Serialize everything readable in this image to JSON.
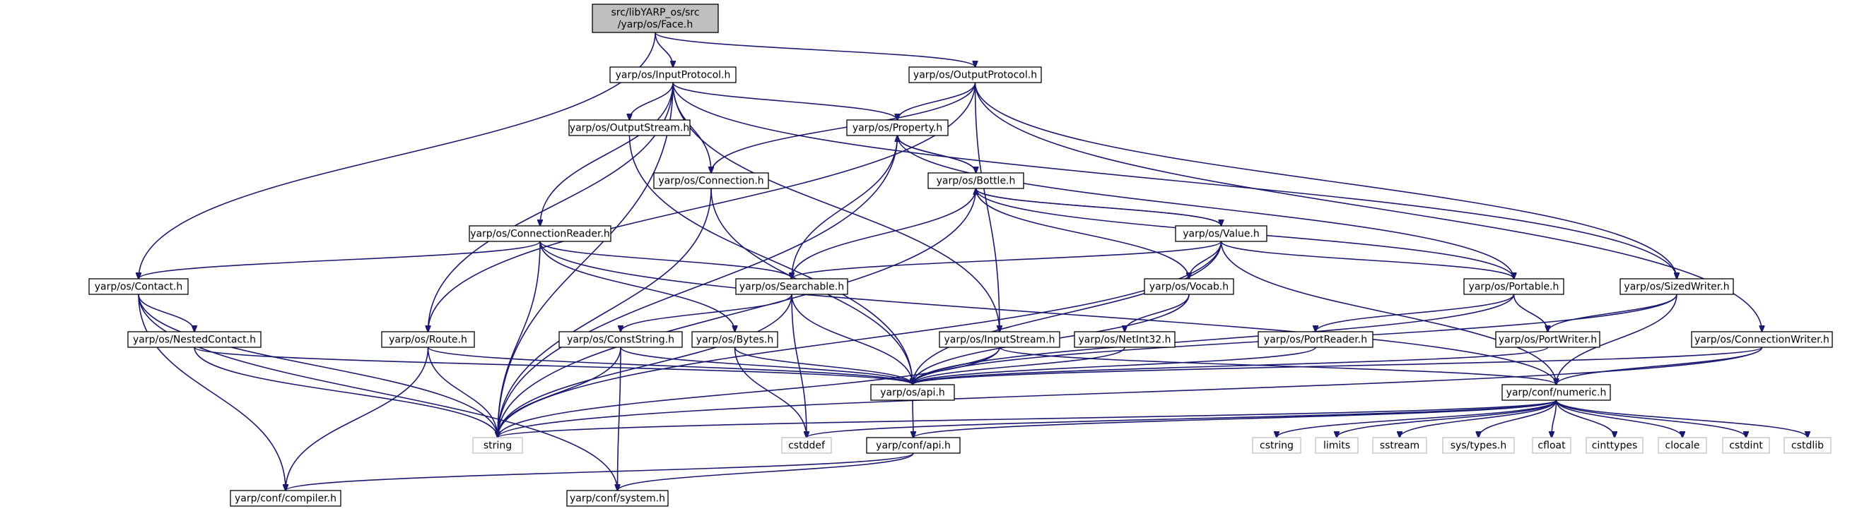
{
  "diagram": {
    "edge_color": "#191970",
    "root_fill": "#bfbfbf",
    "external_border": "#bfbfbf",
    "nodes": [
      {
        "id": "face",
        "lines": [
          "src/libYARP_os/src",
          "/yarp/os/Face.h"
        ],
        "kind": "root"
      },
      {
        "id": "inputprotocol",
        "lines": [
          "yarp/os/InputProtocol.h"
        ],
        "kind": "file"
      },
      {
        "id": "outputprotocol",
        "lines": [
          "yarp/os/OutputProtocol.h"
        ],
        "kind": "file"
      },
      {
        "id": "outputstream",
        "lines": [
          "yarp/os/OutputStream.h"
        ],
        "kind": "file"
      },
      {
        "id": "property",
        "lines": [
          "yarp/os/Property.h"
        ],
        "kind": "file"
      },
      {
        "id": "connection",
        "lines": [
          "yarp/os/Connection.h"
        ],
        "kind": "file"
      },
      {
        "id": "bottle",
        "lines": [
          "yarp/os/Bottle.h"
        ],
        "kind": "file"
      },
      {
        "id": "connectionreader",
        "lines": [
          "yarp/os/ConnectionReader.h"
        ],
        "kind": "file"
      },
      {
        "id": "value",
        "lines": [
          "yarp/os/Value.h"
        ],
        "kind": "file"
      },
      {
        "id": "contact",
        "lines": [
          "yarp/os/Contact.h"
        ],
        "kind": "file"
      },
      {
        "id": "searchable",
        "lines": [
          "yarp/os/Searchable.h"
        ],
        "kind": "file"
      },
      {
        "id": "vocab",
        "lines": [
          "yarp/os/Vocab.h"
        ],
        "kind": "file"
      },
      {
        "id": "portable",
        "lines": [
          "yarp/os/Portable.h"
        ],
        "kind": "file"
      },
      {
        "id": "sizedwriter",
        "lines": [
          "yarp/os/SizedWriter.h"
        ],
        "kind": "file"
      },
      {
        "id": "nestedcontact",
        "lines": [
          "yarp/os/NestedContact.h"
        ],
        "kind": "file"
      },
      {
        "id": "route",
        "lines": [
          "yarp/os/Route.h"
        ],
        "kind": "file"
      },
      {
        "id": "conststring",
        "lines": [
          "yarp/os/ConstString.h"
        ],
        "kind": "file"
      },
      {
        "id": "bytes",
        "lines": [
          "yarp/os/Bytes.h"
        ],
        "kind": "file"
      },
      {
        "id": "inputstream",
        "lines": [
          "yarp/os/InputStream.h"
        ],
        "kind": "file"
      },
      {
        "id": "netint32",
        "lines": [
          "yarp/os/NetInt32.h"
        ],
        "kind": "file"
      },
      {
        "id": "portreader",
        "lines": [
          "yarp/os/PortReader.h"
        ],
        "kind": "file"
      },
      {
        "id": "portwriter",
        "lines": [
          "yarp/os/PortWriter.h"
        ],
        "kind": "file"
      },
      {
        "id": "connectionwriter",
        "lines": [
          "yarp/os/ConnectionWriter.h"
        ],
        "kind": "file"
      },
      {
        "id": "api",
        "lines": [
          "yarp/os/api.h"
        ],
        "kind": "file"
      },
      {
        "id": "numeric",
        "lines": [
          "yarp/conf/numeric.h"
        ],
        "kind": "file"
      },
      {
        "id": "string",
        "lines": [
          "string"
        ],
        "kind": "external"
      },
      {
        "id": "cstddef",
        "lines": [
          "cstddef"
        ],
        "kind": "external"
      },
      {
        "id": "confapi",
        "lines": [
          "yarp/conf/api.h"
        ],
        "kind": "file"
      },
      {
        "id": "cstring",
        "lines": [
          "cstring"
        ],
        "kind": "external"
      },
      {
        "id": "limits",
        "lines": [
          "limits"
        ],
        "kind": "external"
      },
      {
        "id": "sstream",
        "lines": [
          "sstream"
        ],
        "kind": "external"
      },
      {
        "id": "systypes",
        "lines": [
          "sys/types.h"
        ],
        "kind": "external"
      },
      {
        "id": "cfloat",
        "lines": [
          "cfloat"
        ],
        "kind": "external"
      },
      {
        "id": "cinttypes",
        "lines": [
          "cinttypes"
        ],
        "kind": "external"
      },
      {
        "id": "clocale",
        "lines": [
          "clocale"
        ],
        "kind": "external"
      },
      {
        "id": "cstdint",
        "lines": [
          "cstdint"
        ],
        "kind": "external"
      },
      {
        "id": "cstdlib",
        "lines": [
          "cstdlib"
        ],
        "kind": "external"
      },
      {
        "id": "compiler",
        "lines": [
          "yarp/conf/compiler.h"
        ],
        "kind": "file"
      },
      {
        "id": "system",
        "lines": [
          "yarp/conf/system.h"
        ],
        "kind": "file"
      }
    ],
    "edges": [
      [
        "face",
        "inputprotocol"
      ],
      [
        "face",
        "outputprotocol"
      ],
      [
        "face",
        "contact"
      ],
      [
        "inputprotocol",
        "outputstream"
      ],
      [
        "inputprotocol",
        "property"
      ],
      [
        "inputprotocol",
        "connection"
      ],
      [
        "inputprotocol",
        "connectionreader"
      ],
      [
        "inputprotocol",
        "route"
      ],
      [
        "inputprotocol",
        "inputstream"
      ],
      [
        "inputprotocol",
        "sizedwriter"
      ],
      [
        "inputprotocol",
        "string"
      ],
      [
        "outputprotocol",
        "property"
      ],
      [
        "outputprotocol",
        "connection"
      ],
      [
        "outputprotocol",
        "route"
      ],
      [
        "outputprotocol",
        "inputstream"
      ],
      [
        "outputprotocol",
        "sizedwriter"
      ],
      [
        "outputprotocol",
        "connectionwriter"
      ],
      [
        "outputstream",
        "api"
      ],
      [
        "property",
        "bottle"
      ],
      [
        "property",
        "searchable"
      ],
      [
        "property",
        "portable"
      ],
      [
        "property",
        "string"
      ],
      [
        "bottle",
        "property"
      ],
      [
        "bottle",
        "value"
      ],
      [
        "bottle",
        "searchable"
      ],
      [
        "bottle",
        "vocab"
      ],
      [
        "bottle",
        "portable"
      ],
      [
        "bottle",
        "string"
      ],
      [
        "value",
        "bottle"
      ],
      [
        "value",
        "searchable"
      ],
      [
        "value",
        "vocab"
      ],
      [
        "value",
        "portable"
      ],
      [
        "value",
        "numeric"
      ],
      [
        "value",
        "api"
      ],
      [
        "value",
        "string"
      ],
      [
        "connection",
        "api"
      ],
      [
        "connection",
        "string"
      ],
      [
        "connectionreader",
        "contact"
      ],
      [
        "connectionreader",
        "searchable"
      ],
      [
        "connectionreader",
        "bytes"
      ],
      [
        "connectionreader",
        "numeric"
      ],
      [
        "connectionreader",
        "string"
      ],
      [
        "contact",
        "nestedcontact"
      ],
      [
        "contact",
        "string"
      ],
      [
        "contact",
        "compiler"
      ],
      [
        "contact",
        "system"
      ],
      [
        "nestedcontact",
        "api"
      ],
      [
        "nestedcontact",
        "string"
      ],
      [
        "searchable",
        "conststring"
      ],
      [
        "searchable",
        "api"
      ],
      [
        "searchable",
        "cstddef"
      ],
      [
        "searchable",
        "string"
      ],
      [
        "vocab",
        "netint32"
      ],
      [
        "vocab",
        "api"
      ],
      [
        "portable",
        "portreader"
      ],
      [
        "portable",
        "portwriter"
      ],
      [
        "portable",
        "api"
      ],
      [
        "sizedwriter",
        "portwriter"
      ],
      [
        "sizedwriter",
        "numeric"
      ],
      [
        "sizedwriter",
        "api"
      ],
      [
        "route",
        "api"
      ],
      [
        "route",
        "string"
      ],
      [
        "route",
        "compiler"
      ],
      [
        "conststring",
        "api"
      ],
      [
        "conststring",
        "string"
      ],
      [
        "conststring",
        "system"
      ],
      [
        "bytes",
        "api"
      ],
      [
        "bytes",
        "cstddef"
      ],
      [
        "inputstream",
        "api"
      ],
      [
        "inputstream",
        "numeric"
      ],
      [
        "inputstream",
        "string"
      ],
      [
        "netint32",
        "api"
      ],
      [
        "portreader",
        "api"
      ],
      [
        "portwriter",
        "api"
      ],
      [
        "connectionwriter",
        "api"
      ],
      [
        "connectionwriter",
        "numeric"
      ],
      [
        "connectionwriter",
        "string"
      ],
      [
        "api",
        "confapi"
      ],
      [
        "numeric",
        "confapi"
      ],
      [
        "numeric",
        "string"
      ],
      [
        "numeric",
        "cstddef"
      ],
      [
        "numeric",
        "cstring"
      ],
      [
        "numeric",
        "limits"
      ],
      [
        "numeric",
        "sstream"
      ],
      [
        "numeric",
        "systypes"
      ],
      [
        "numeric",
        "cfloat"
      ],
      [
        "numeric",
        "cinttypes"
      ],
      [
        "numeric",
        "clocale"
      ],
      [
        "numeric",
        "cstdint"
      ],
      [
        "numeric",
        "cstdlib"
      ],
      [
        "confapi",
        "compiler"
      ],
      [
        "confapi",
        "system"
      ]
    ]
  }
}
